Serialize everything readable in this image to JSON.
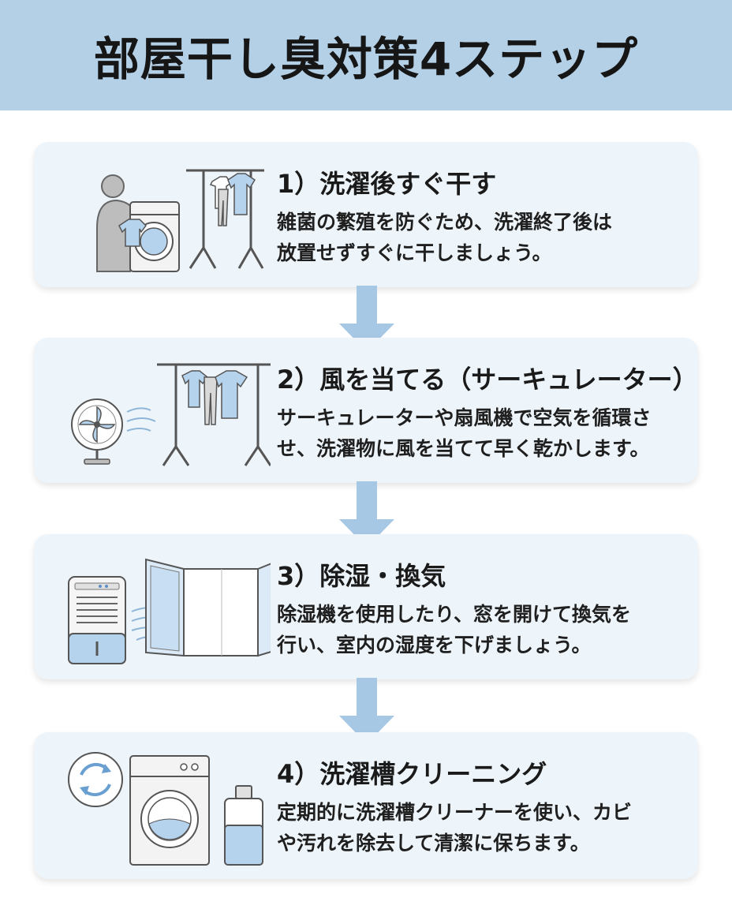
{
  "header": {
    "title": "部屋干し臭対策4ステップ"
  },
  "steps": [
    {
      "title": "1）洗濯後すぐ干す",
      "desc_line1": "雑菌の繁殖を防ぐため、洗濯終了後は",
      "desc_line2": "放置せずすぐに干しましょう。",
      "icon": "person-washing-machine-drying-rack-icon"
    },
    {
      "title": "2）風を当てる（サーキュレーター）",
      "desc_line1": "サーキュレーターや扇風機で空気を循環さ",
      "desc_line2": "せ、洗濯物に風を当てて早く乾かします。",
      "icon": "circulator-fan-drying-rack-icon"
    },
    {
      "title": "3）除湿・換気",
      "desc_line1": "除湿機を使用したり、窓を開けて換気を",
      "desc_line2": "行い、室内の湿度を下げましょう。",
      "icon": "dehumidifier-open-window-icon"
    },
    {
      "title": "4）洗濯槽クリーニング",
      "desc_line1": "定期的に洗濯槽クリーナーを使い、カビ",
      "desc_line2": "や汚れを除去して清潔に保ちます。",
      "icon": "washing-machine-cleaner-icon"
    }
  ],
  "colors": {
    "header_bg": "#b4d0e7",
    "card_bg": "#eef5fa",
    "arrow": "#a7c8e5",
    "icon_stroke": "#555555",
    "icon_fill_blue": "#b6d3ee"
  }
}
